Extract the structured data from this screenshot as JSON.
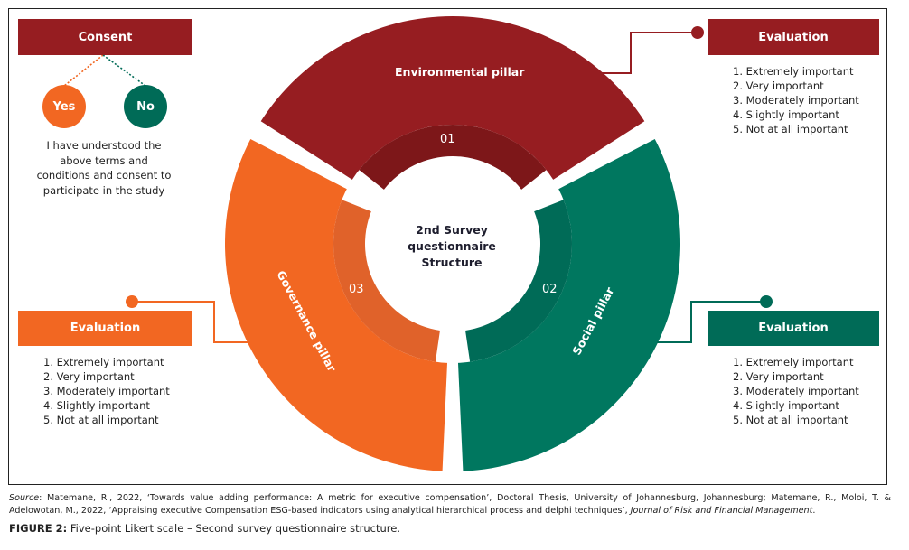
{
  "consent": {
    "title": "Consent",
    "yes": "Yes",
    "no": "No",
    "statement": "I have understood the above terms and conditions and consent to participate in the study"
  },
  "center": {
    "line1": "2nd Survey",
    "line2": "questionnaire",
    "line3": "Structure"
  },
  "pillars": [
    {
      "name": "Environmental pillar",
      "number": "01",
      "color": "#961d21",
      "inner_color": "#7d1719"
    },
    {
      "name": "Social pillar",
      "number": "02",
      "color": "#00775f",
      "inner_color": "#006b57"
    },
    {
      "name": "Governance pillar",
      "number": "03",
      "color": "#f26722",
      "inner_color": "#e0622a"
    }
  ],
  "evaluations": {
    "environmental": {
      "title": "Evaluation",
      "items": [
        "1. Extremely important",
        "2. Very important",
        "3. Moderately important",
        "4. Slightly important",
        "5. Not at all important"
      ]
    },
    "governance": {
      "title": "Evaluation",
      "items": [
        "1. Extremely important",
        "2. Very important",
        "3. Moderately important",
        "4. Slightly important",
        "5. Not at all important"
      ]
    },
    "social": {
      "title": "Evaluation",
      "items": [
        "1. Extremely important",
        "2. Very important",
        "3. Moderately important",
        "4. Slightly important",
        "5. Not at all important"
      ]
    }
  },
  "source": {
    "label": "Source",
    "text1": ": Matemane, R., 2022, ‘Towards value adding performance: A metric for executive compensation’, Doctoral Thesis, University of Johannesburg, Johannesburg; Matemane, R., Moloi, T. & Adelowotan, M., 2022, ‘Appraising executive Compensation ESG-based indicators using analytical hierarchical process and delphi techniques’, ",
    "journal": "Journal of Risk and Financial Management",
    "end": "."
  },
  "caption": {
    "label": "FIGURE 2:",
    "text": " Five-point Likert scale – Second survey questionnaire structure."
  }
}
